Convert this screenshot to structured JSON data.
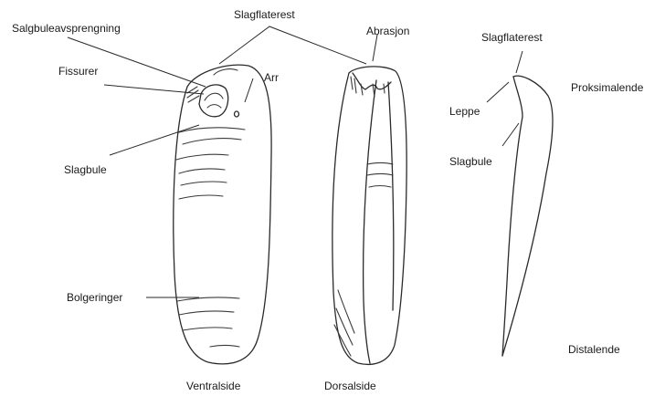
{
  "labels": {
    "salgbuleavsprengning": "Salgbuleavsprengning",
    "fissurer": "Fissurer",
    "slagbule_left": "Slagbule",
    "slagflaterest_top": "Slagflaterest",
    "arr": "Arr",
    "abrasjon": "Abrasjon",
    "bolgeringer": "Bolgeringer",
    "ventralside": "Ventralside",
    "dorsalside": "Dorsalside",
    "slagflaterest_right": "Slagflaterest",
    "leppe": "Leppe",
    "proksimalende": "Proksimalende",
    "slagbule_right": "Slagbule",
    "distalende": "Distalende"
  }
}
